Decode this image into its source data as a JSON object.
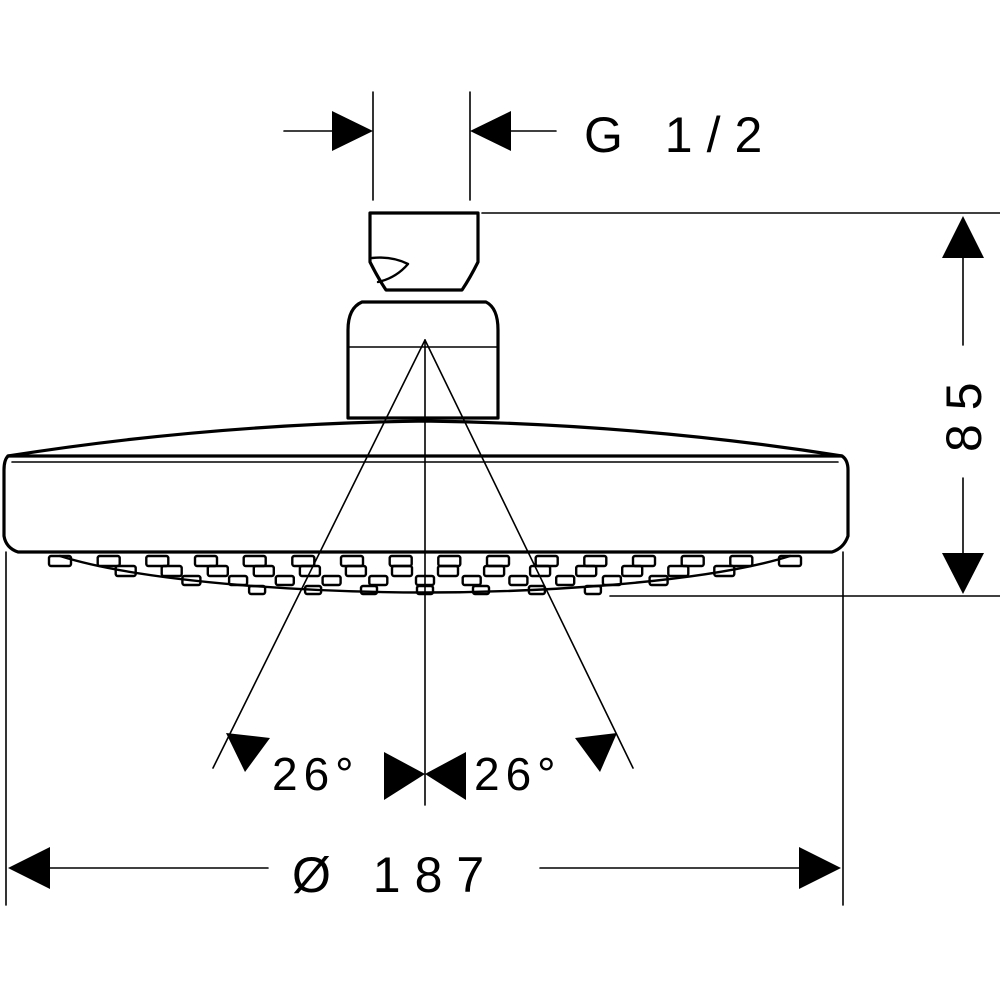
{
  "drawing": {
    "labels": {
      "thread": "G 1/2",
      "height": "85",
      "angle_left": "26°",
      "angle_right": "26°",
      "diameter": "Ø 187"
    }
  }
}
